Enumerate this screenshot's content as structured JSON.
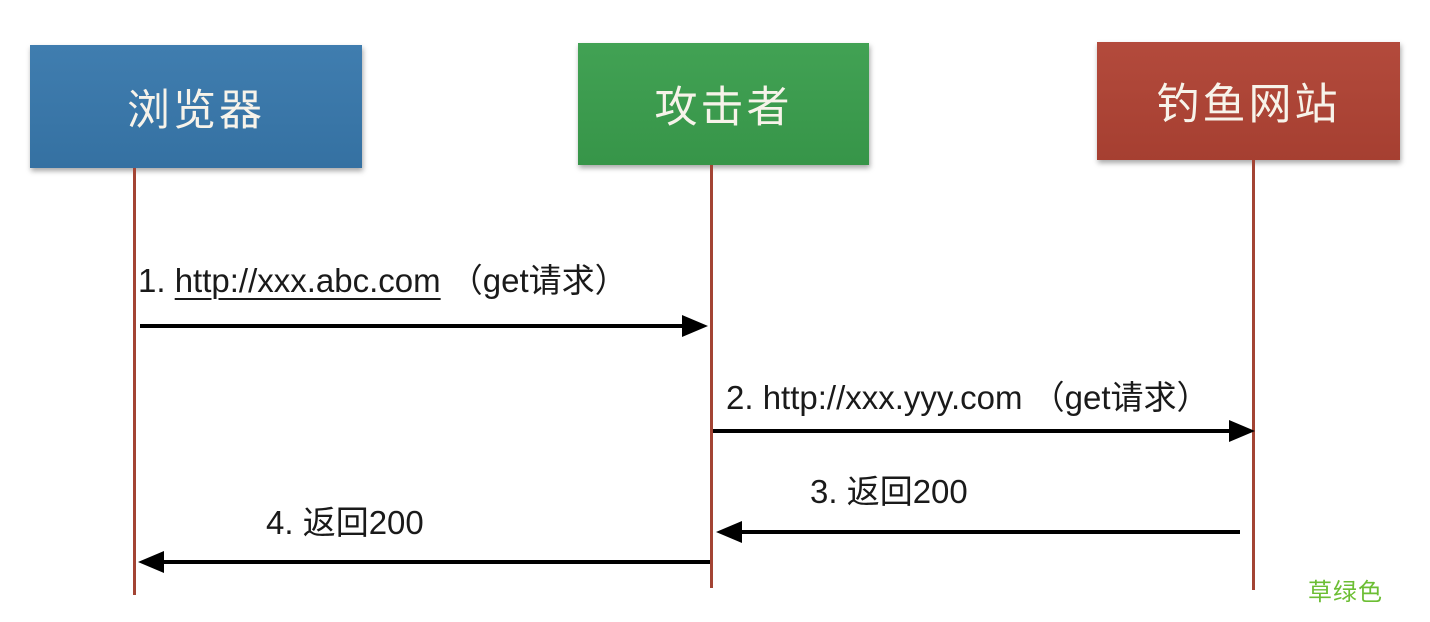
{
  "diagram": {
    "type": "sequence-diagram",
    "topic": "phishing get-request flow"
  },
  "actors": [
    {
      "id": "browser",
      "label": "浏览器",
      "color": "#3878ac"
    },
    {
      "id": "attacker",
      "label": "攻击者",
      "color": "#3a9e4d"
    },
    {
      "id": "phishing",
      "label": "钓鱼网站",
      "color": "#b04334"
    }
  ],
  "lifeline": {
    "color": "#a34434"
  },
  "messages": [
    {
      "number": "1.",
      "prefix": "1. ",
      "url": "http://xxx.abc.com",
      "suffix": " （get请求）",
      "from": "浏览器",
      "to": "攻击者",
      "direction": "right"
    },
    {
      "label": "2. http://xxx.yyy.com （get请求）",
      "from": "攻击者",
      "to": "钓鱼网站",
      "direction": "right"
    },
    {
      "label": "3. 返回200",
      "from": "钓鱼网站",
      "to": "攻击者",
      "direction": "left"
    },
    {
      "label": "4. 返回200",
      "from": "攻击者",
      "to": "浏览器",
      "direction": "left"
    }
  ],
  "annotation": {
    "text": "草绿色",
    "color": "#6cbe34"
  }
}
